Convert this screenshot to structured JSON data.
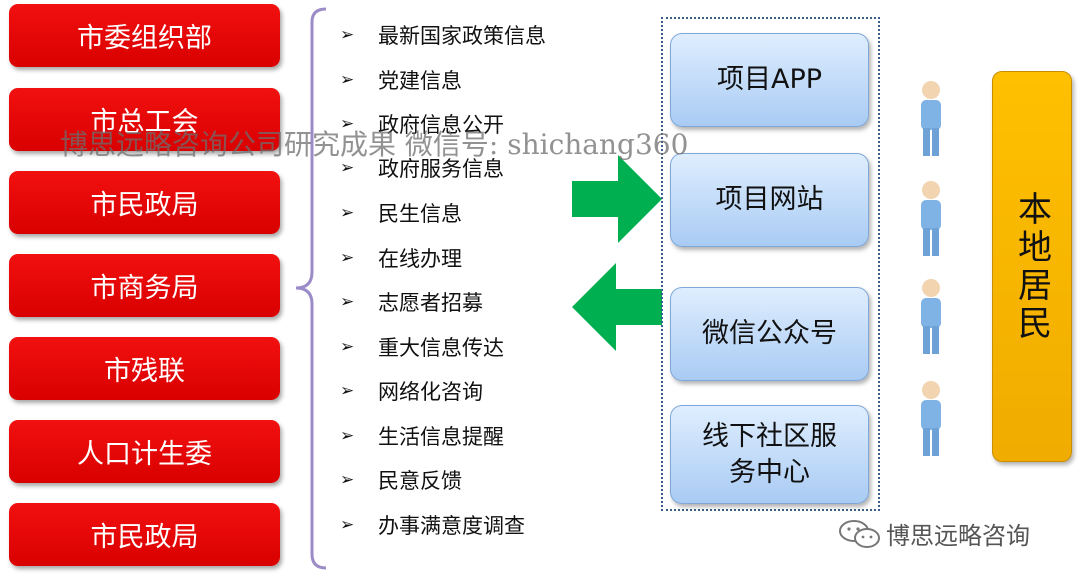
{
  "departments": [
    "市委组织部",
    "市总工会",
    "市民政局",
    "市商务局",
    "市残联",
    "人口计生委",
    "市民政局"
  ],
  "services": [
    "最新国家政策信息",
    "党建信息",
    "政府信息公开",
    "政府服务信息",
    "民生信息",
    "在线办理",
    "志愿者招募",
    "重大信息传达",
    "网络化咨询",
    "生活信息提醒",
    "民意反馈",
    "办事满意度调查"
  ],
  "bullet_glyph": "➢",
  "channels": [
    "项目APP",
    "项目网站",
    "微信公众号",
    "线下社区服务中心"
  ],
  "residents_label": "本地居民",
  "watermark_text": "博思远略咨询公司研究成果 微信号: shichang360",
  "footer_brand": "博思远略咨询",
  "colors": {
    "department_red": "#e60000",
    "channel_blue": "#a9cbf3",
    "arrow_green": "#00b050",
    "resident_orange": "#ffc000",
    "person_blue": "#7fb2e5"
  }
}
